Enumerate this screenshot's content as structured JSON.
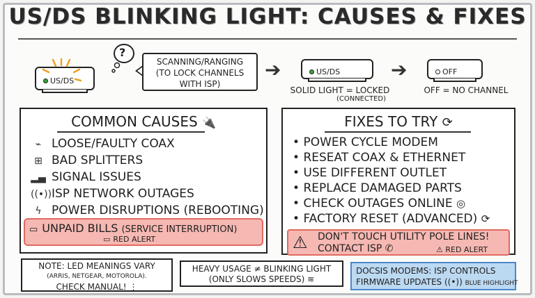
{
  "title": "US/DS BLINKING LIGHT: CAUSES & FIXES",
  "diagram": {
    "modem_blinking_label": "US/DS",
    "question_mark": "?",
    "bubble_line1": "SCANNING/RANGING",
    "bubble_line2": "(TO LOCK CHANNELS",
    "bubble_line3": "WITH ISP)",
    "modem_solid_label": "US/DS",
    "solid_caption": "SOLID LIGHT = LOCKED",
    "solid_caption_sub": "(CONNECTED)",
    "modem_off_label": "OFF",
    "off_caption": "OFF = NO CHANNEL"
  },
  "causes": {
    "title": "COMMON CAUSES",
    "items": [
      {
        "icon": "coax-cable-icon",
        "text": "LOOSE/FAULTY COAX"
      },
      {
        "icon": "splitter-icon",
        "text": "BAD SPLITTERS"
      },
      {
        "icon": "signal-icon",
        "text": "SIGNAL ISSUES"
      },
      {
        "icon": "wifi-tower-icon",
        "text": "ISP NETWORK OUTAGES"
      },
      {
        "icon": "lightning-icon",
        "text": "POWER DISRUPTIONS (REBOOTING)"
      }
    ],
    "unpaid_main": "UNPAID BILLS",
    "unpaid_sub": "(SERVICE INTERRUPTION)",
    "unpaid_tag": "RED ALERT"
  },
  "fixes": {
    "title": "FIXES TO TRY",
    "items": [
      "POWER CYCLE MODEM",
      "RESEAT COAX & ETHERNET",
      "USE DIFFERENT OUTLET",
      "REPLACE DAMAGED PARTS",
      "CHECK OUTAGES ONLINE",
      "FACTORY RESET (ADVANCED)"
    ],
    "warning_line1": "DON'T TOUCH UTILITY POLE LINES!",
    "warning_line2": "CONTACT ISP",
    "warning_tag": "RED ALERT"
  },
  "notes": {
    "led_line1": "NOTE: LED MEANINGS VARY",
    "led_line2": "(ARRIS, NETGEAR, MOTOROLA).",
    "led_line3": "CHECK MANUAL!",
    "usage_line1": "HEAVY USAGE ≠ BLINKING LIGHT",
    "usage_line2": "(ONLY SLOWS SPEEDS)",
    "docsis_line1": "DOCSIS MODEMS: ISP CONTROLS",
    "docsis_line2": "FIRMWARE UPDATES",
    "docsis_tag": "BLUE HIGHLIGHT"
  },
  "colors": {
    "alert_red": "#f6b8b2",
    "highlight_blue": "#bcd9f2",
    "led_green": "#3aa63a"
  }
}
